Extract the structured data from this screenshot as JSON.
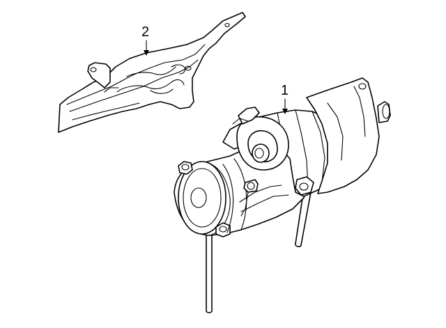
{
  "diagram": {
    "parts": [
      {
        "callout": "2",
        "part": "heat-shield"
      },
      {
        "callout": "1",
        "part": "starter-motor"
      }
    ]
  },
  "colors": {
    "line": "#000000",
    "background": "#ffffff"
  }
}
